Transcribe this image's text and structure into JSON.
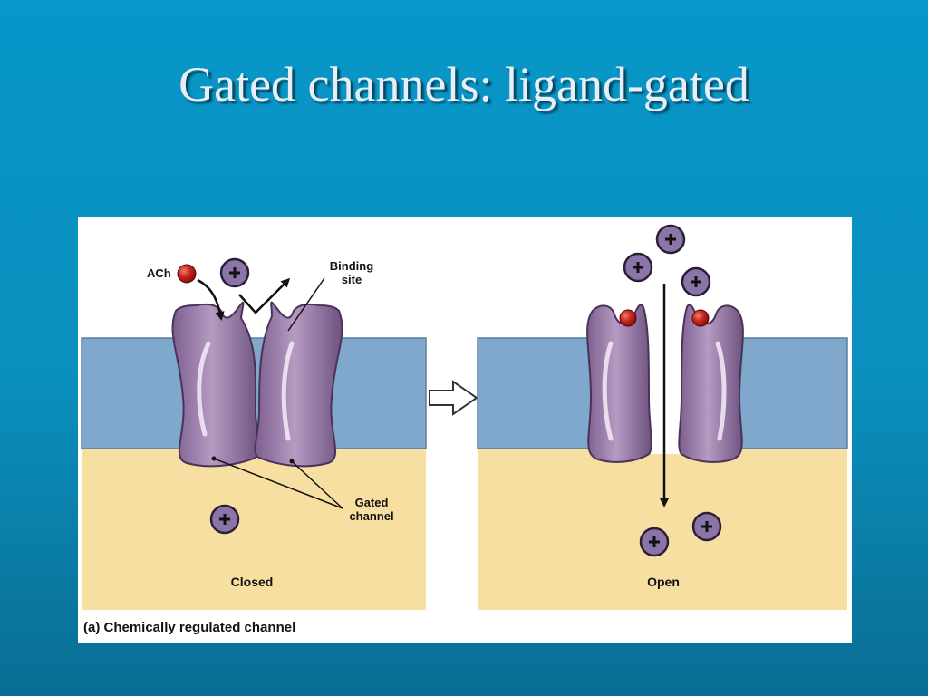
{
  "slide": {
    "title": "Gated channels: ligand-gated"
  },
  "figure": {
    "caption": "(a) Chemically regulated channel",
    "left_panel": {
      "state_label": "Closed",
      "ligand_label": "ACh",
      "binding_site_label": [
        "Binding",
        "site"
      ],
      "gated_channel_label": [
        "Gated",
        "channel"
      ]
    },
    "right_panel": {
      "state_label": "Open"
    },
    "ion_symbol": "+"
  },
  "colors": {
    "background": "#0a8fbd",
    "membrane": "#7fa8cc",
    "cytoplasm": "#f6dfa0",
    "protein": "#8d6f9c",
    "ion": "#8a74a8",
    "ligand": "#c0231d"
  },
  "icons": [
    "ach-ligand-icon",
    "ion-plus-icon",
    "arrow-right-outline-icon"
  ]
}
